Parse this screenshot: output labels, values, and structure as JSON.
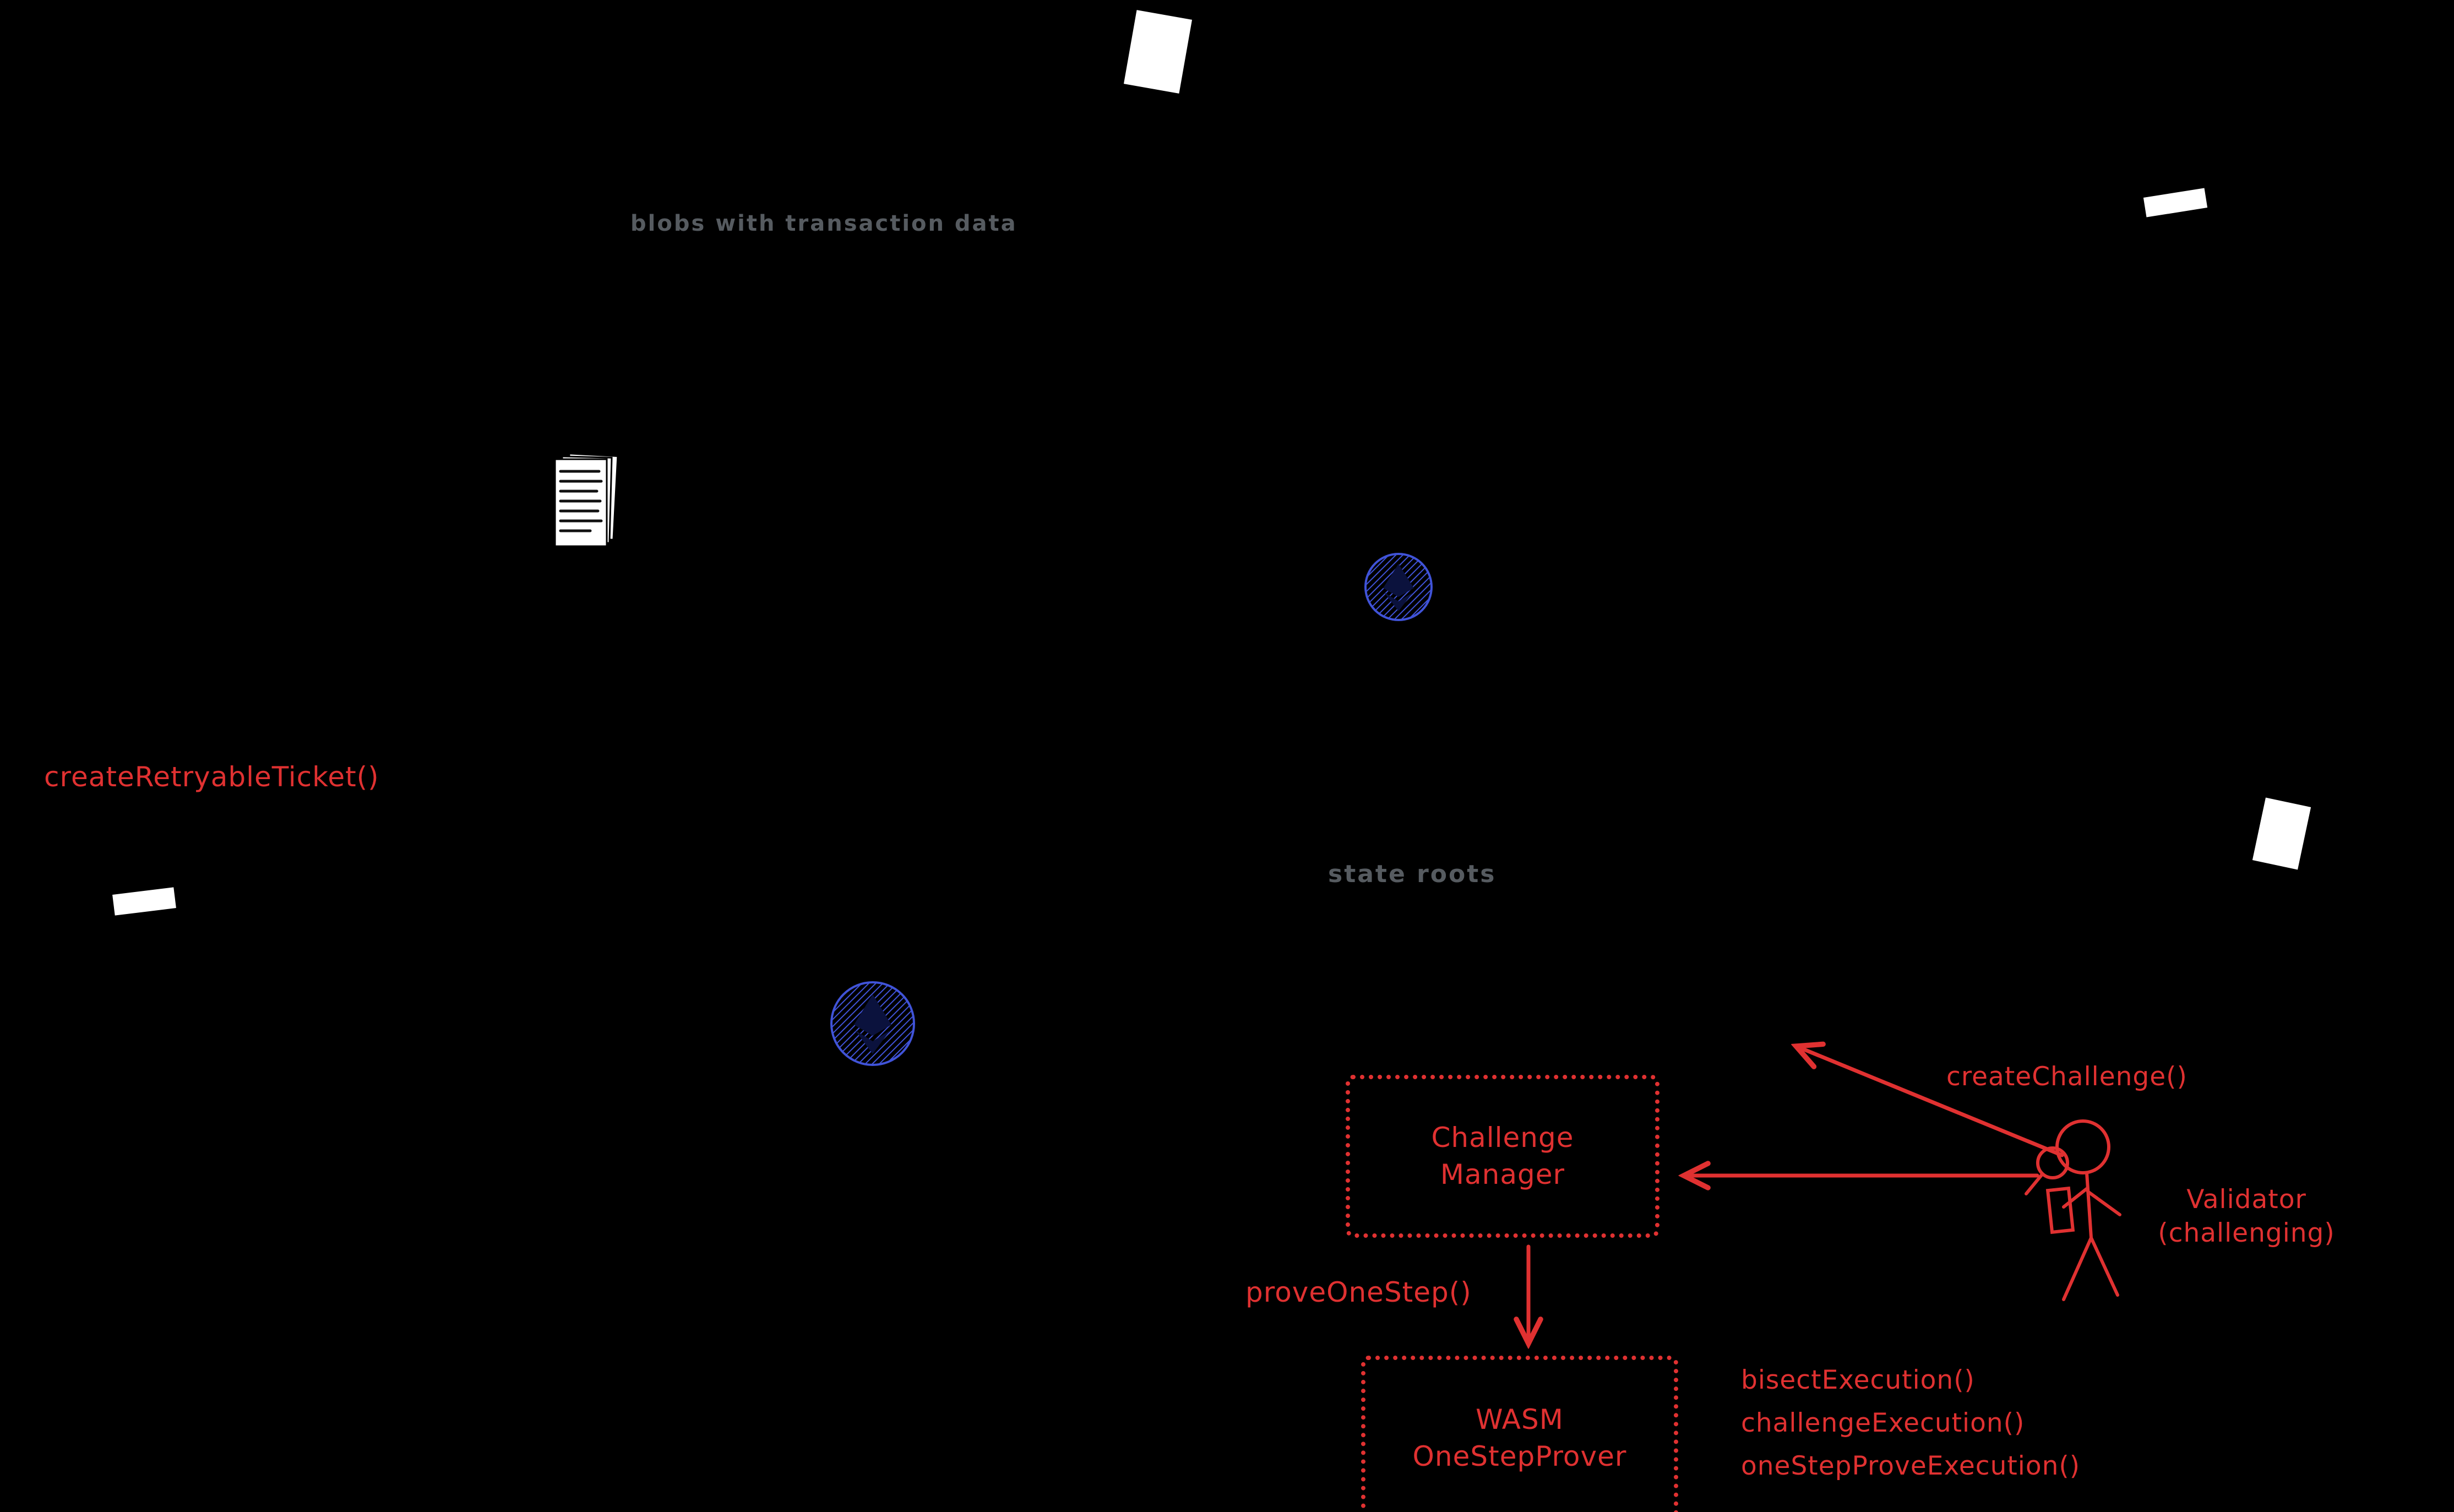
{
  "canvas": {
    "background": "#000000"
  },
  "colors": {
    "accent_red": "#e03131",
    "ethereum_blue": "#4053d8",
    "muted_gray": "#565b60",
    "white": "#ffffff"
  },
  "labels": {
    "blobs": "blobs with transaction data",
    "state_roots": "state roots",
    "create_retryable_ticket": "createRetryableTicket()",
    "create_challenge": "createChallenge()",
    "prove_one_step": "proveOneStep()",
    "validator": {
      "line1": "Validator",
      "line2": "(challenging)"
    },
    "bisect_list": [
      "bisectExecution()",
      "challengeExecution()",
      "oneStepProveExecution()"
    ]
  },
  "boxes": {
    "challenge_manager": {
      "line1": "Challenge",
      "line2": "Manager"
    },
    "wasm_one_step_prover": {
      "line1": "WASM",
      "line2": "OneStepProver"
    }
  },
  "icons": {
    "document": "document-icon",
    "ethereum_logo_1": "ethereum-logo-icon",
    "ethereum_logo_2": "ethereum-logo-icon",
    "validator_figure": "validator-stick-figure-icon",
    "blob_markers": [
      "blob-marker",
      "blob-marker",
      "blob-marker",
      "blob-marker"
    ]
  }
}
